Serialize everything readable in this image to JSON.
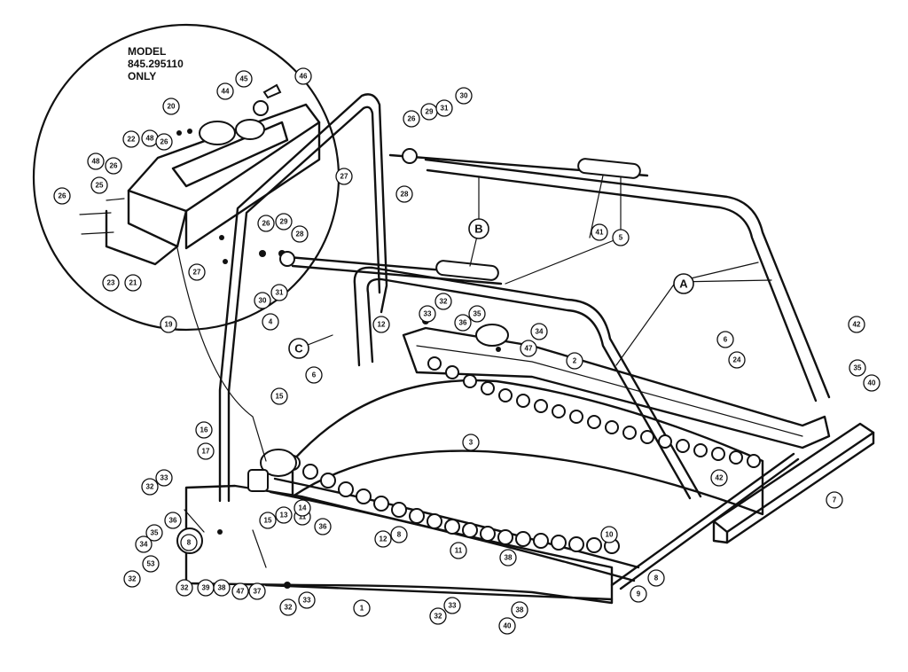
{
  "model_note": {
    "line1": "MODEL",
    "line2": "845.295110",
    "line3": "ONLY"
  },
  "callouts": [
    {
      "label": "20"
    },
    {
      "label": "44"
    },
    {
      "label": "45"
    },
    {
      "label": "46"
    },
    {
      "label": "48"
    },
    {
      "label": "26"
    },
    {
      "label": "22"
    },
    {
      "label": "48"
    },
    {
      "label": "26"
    },
    {
      "label": "25"
    },
    {
      "label": "26"
    },
    {
      "label": "23"
    },
    {
      "label": "21"
    },
    {
      "label": "27"
    },
    {
      "label": "30"
    },
    {
      "label": "31"
    },
    {
      "label": "26"
    },
    {
      "label": "29"
    },
    {
      "label": "28"
    },
    {
      "label": "19"
    },
    {
      "label": "4"
    },
    {
      "label": "26"
    },
    {
      "label": "29"
    },
    {
      "label": "31"
    },
    {
      "label": "30"
    },
    {
      "label": "27"
    },
    {
      "label": "28"
    },
    {
      "label": "41"
    },
    {
      "label": "5"
    },
    {
      "label": "32"
    },
    {
      "label": "33"
    },
    {
      "label": "36"
    },
    {
      "label": "35"
    },
    {
      "label": "34"
    },
    {
      "label": "47"
    },
    {
      "label": "2"
    },
    {
      "label": "12"
    },
    {
      "label": "6"
    },
    {
      "label": "24"
    },
    {
      "label": "42"
    },
    {
      "label": "35"
    },
    {
      "label": "40"
    },
    {
      "label": "6"
    },
    {
      "label": "15"
    },
    {
      "label": "3"
    },
    {
      "label": "16"
    },
    {
      "label": "17"
    },
    {
      "label": "42"
    },
    {
      "label": "7"
    },
    {
      "label": "32"
    },
    {
      "label": "33"
    },
    {
      "label": "36"
    },
    {
      "label": "35"
    },
    {
      "label": "34"
    },
    {
      "label": "8"
    },
    {
      "label": "32"
    },
    {
      "label": "53"
    },
    {
      "label": "32"
    },
    {
      "label": "39"
    },
    {
      "label": "38"
    },
    {
      "label": "47"
    },
    {
      "label": "37"
    },
    {
      "label": "15"
    },
    {
      "label": "13"
    },
    {
      "label": "11"
    },
    {
      "label": "14"
    },
    {
      "label": "36"
    },
    {
      "label": "10"
    },
    {
      "label": "12"
    },
    {
      "label": "8"
    },
    {
      "label": "11"
    },
    {
      "label": "38"
    },
    {
      "label": "32"
    },
    {
      "label": "33"
    },
    {
      "label": "1"
    },
    {
      "label": "32"
    },
    {
      "label": "33"
    },
    {
      "label": "9"
    },
    {
      "label": "8"
    },
    {
      "label": "38"
    },
    {
      "label": "40"
    }
  ],
  "assembly_letters": [
    {
      "label": "A"
    },
    {
      "label": "B"
    },
    {
      "label": "C"
    }
  ]
}
